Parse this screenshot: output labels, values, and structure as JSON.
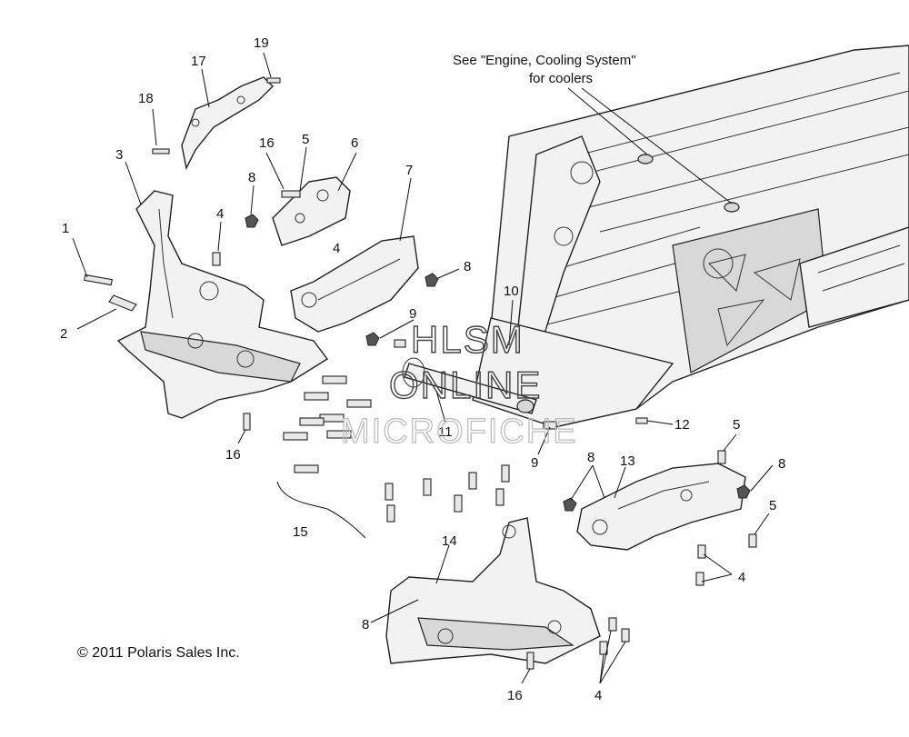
{
  "note": {
    "line1": "See \"Engine, Cooling System\"",
    "line2": "for coolers"
  },
  "copyright": "© 2011 Polaris Sales Inc.",
  "watermark": {
    "line1": "HLSM",
    "line2": "ONLINE",
    "line3": "MICROFICHE"
  },
  "callouts": {
    "c1": "1",
    "c2": "2",
    "c3": "3",
    "c4a": "4",
    "c4b": "4",
    "c4c": "4",
    "c4d": "4",
    "c5a": "5",
    "c5b": "5",
    "c5c": "5",
    "c6": "6",
    "c7": "7",
    "c8a": "8",
    "c8b": "8",
    "c8c": "8",
    "c8d": "8",
    "c8e": "8",
    "c9a": "9",
    "c9b": "9",
    "c10": "10",
    "c11": "11",
    "c12": "12",
    "c13": "13",
    "c14": "14",
    "c15": "15",
    "c16a": "16",
    "c16b": "16",
    "c16c": "16",
    "c17": "17",
    "c18": "18",
    "c19": "19"
  }
}
